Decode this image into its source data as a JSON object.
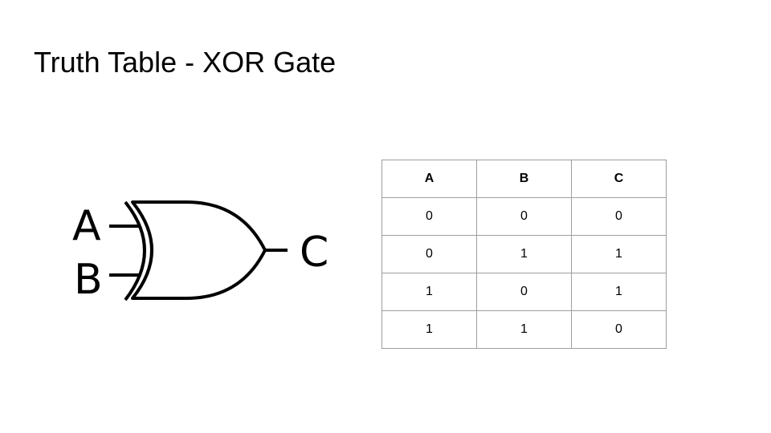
{
  "slide": {
    "title": "Truth Table - XOR Gate"
  },
  "gate": {
    "symbol": "xor-gate",
    "input_a_label": "A",
    "input_b_label": "B",
    "output_label": "C"
  },
  "truth_table": {
    "headers": [
      "A",
      "B",
      "C"
    ],
    "rows": [
      [
        "0",
        "0",
        "0"
      ],
      [
        "0",
        "1",
        "1"
      ],
      [
        "1",
        "0",
        "1"
      ],
      [
        "1",
        "1",
        "0"
      ]
    ]
  }
}
